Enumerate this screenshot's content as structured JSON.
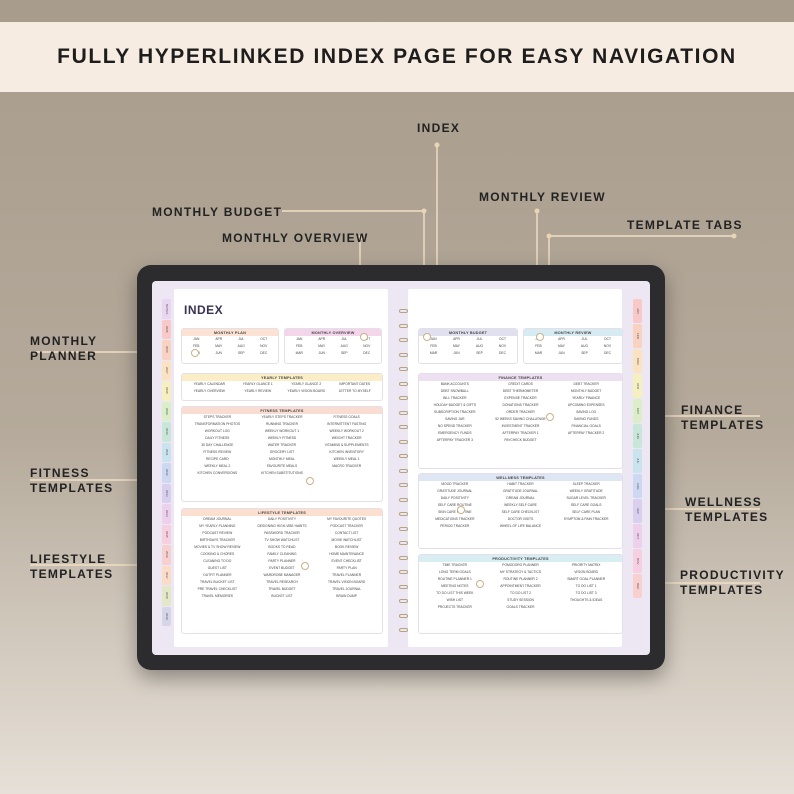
{
  "banner": {
    "title": "FULLY HYPERLINKED INDEX PAGE FOR EASY NAVIGATION"
  },
  "callouts": {
    "index": "INDEX",
    "monthly_budget": "MONTHLY BUDGET",
    "monthly_review": "MONTHLY REVIEW",
    "template_tabs": "TEMPLATE TABS",
    "monthly_overview": "MONTHLY OVERVIEW",
    "monthly_planner": "MONTHLY\nPLANNER",
    "finance_templates": "FINANCE\nTEMPLATES",
    "fitness_templates": "FITNESS\nTEMPLATES",
    "wellness_templates": "WELLNESS\nTEMPLATES",
    "lifestyle_templates": "LIFESTYLE\nTEMPLATES",
    "productivity_templates": "PRODUCTIVITY\nTEMPLATES"
  },
  "planner": {
    "index_title": "INDEX",
    "top_tabs": [
      "INDEX",
      "FITNESS",
      "LIFESTYLE",
      "FINANCE",
      "WELLNESS",
      "PRODUCTIVITY"
    ],
    "left_side_tabs": [
      "NOTES",
      "2025",
      "2026",
      "2027",
      "2028",
      "2029",
      "2030",
      "2031",
      "2032",
      "2033",
      "2034",
      "2035",
      "2036",
      "2037",
      "2038",
      "2039"
    ],
    "right_side_tabs": [
      "JAN",
      "FEB",
      "MAR",
      "APR",
      "MAY",
      "JUN",
      "JUL",
      "AUG",
      "SEP",
      "OCT",
      "NOV",
      "DEC"
    ],
    "months": [
      "JAN",
      "APR",
      "JUL",
      "OCT",
      "FEB",
      "MAY",
      "AUG",
      "NOV",
      "MAR",
      "JUN",
      "SEP",
      "DEC"
    ],
    "monthly_plan": {
      "title": "MONTHLY PLAN"
    },
    "monthly_overview": {
      "title": "MONTHLY OVERVIEW"
    },
    "monthly_budget": {
      "title": "MONTHLY BUDGET"
    },
    "monthly_review": {
      "title": "MONTHLY REVIEW"
    },
    "yearly": {
      "title": "YEARLY TEMPLATES",
      "items": [
        "YEARLY CALENDAR",
        "YEARLY GLANCE 1",
        "YEARLY GLANCE 2",
        "IMPORTANT DATES",
        "YEARLY OVERVIEW",
        "YEARLY REVIEW",
        "YEARLY VISION BOARD",
        "LETTER TO MYSELF"
      ]
    },
    "fitness": {
      "title": "FITNESS TEMPLATES",
      "items": [
        "STEPS TRACKER",
        "YEARLY STEPS TRACKER",
        "FITNESS GOALS",
        "TRANSFORMATION PHOTOS",
        "RUNNING TRACKER",
        "INTERMITTENT FASTING",
        "WORKOUT LOG",
        "WEEKLY WORKOUT 1",
        "WEEKLY WORKOUT 2",
        "DAILY FITNESS",
        "WEEKLY FITNESS",
        "WEIGHT TRACKER",
        "30 DAY CHALLENGE",
        "WATER TRACKER",
        "VITAMINS & SUPPLEMENTS",
        "FITNESS REVIEW",
        "GROCERY LIST",
        "KITCHEN INVENTORY",
        "RECIPE CARD",
        "MONTHLY MEAL",
        "WEEKLY MEAL 1",
        "WEEKLY MEAL 2",
        "FAVOURITE MEALS",
        "MACRO TRACKER",
        "KITCHEN CONVERSIONS",
        "KITCHEN SUBSTITUTIONS",
        ""
      ]
    },
    "lifestyle": {
      "title": "LIFESTYLE TEMPLATES",
      "items": [
        "DREAM JOURNAL",
        "DAILY POSITIVITY",
        "MY FAVOURITE QUOTES",
        "MY YEARLY PLANNING",
        "DESIGNING HIGH-VIBE HABITS",
        "PODCAST TRACKER",
        "PODCAST REVIEW",
        "PASSWORD TRACKER",
        "CONTACT LIST",
        "BIRTHDAYS TRACKER",
        "TV SHOW WATCHLIST",
        "MOVIE WATCHLIST",
        "MOVIES & TV SHOW REVIEW",
        "BOOKS TO READ",
        "BOOK REVIEW",
        "COOKING & CHORES",
        "FAMILY CLEANING",
        "HOME MAINTENANCE",
        "CLEANING TO DO",
        "PARTY PLANNER",
        "EVENT CHECKLIST",
        "GUEST LIST",
        "EVENT BUDGET",
        "PARTY PLAN",
        "OUTFIT PLANNER",
        "WARDROBE MANAGER",
        "TRAVEL PLANNER",
        "TRAVEL BUCKET LIST",
        "TRAVEL RESEARCH",
        "TRAVEL VISION BOARD",
        "PRE TRAVEL CHECKLIST",
        "TRAVEL BUDGET",
        "TRAVEL JOURNAL",
        "TRAVEL MEMORIES",
        "BUCKET LIST",
        "BRAIN DUMP"
      ]
    },
    "finance": {
      "title": "FINANCE TEMPLATES",
      "items": [
        "BANK ACCOUNTS",
        "CREDIT CARDS",
        "DEBT TRACKER",
        "DEBT SNOWBALL",
        "DEBT THERMOMETER",
        "MONTHLY BUDGET",
        "BILL TRACKER",
        "EXPENSE TRACKER",
        "YEARLY FINANCE",
        "HOLIDAY BUDGET & GIFTS",
        "DONATIONS TRACKER",
        "UPCOMING EXPENSES",
        "SUBSCRIPTION TRACKER",
        "ORDER TRACKER",
        "SAVING LOG",
        "SAVING JAR",
        "52 WEEKS SAVING CHALLENGE",
        "SAVING FUNDS",
        "NO SPEND TRACKER",
        "INVESTMENT TRACKER",
        "FINANCIAL GOALS",
        "EMERGENCY FUNDS",
        "AFTERPAY TRACKER 1",
        "AFTERPAY TRACKER 2",
        "AFTERPAY TRACKER 3",
        "PAYCHECK BUDGET",
        ""
      ]
    },
    "wellness": {
      "title": "WELLNESS TEMPLATES",
      "items": [
        "MOOD TRACKER",
        "HABIT TRACKER",
        "SLEEP TRACKER",
        "GRATITUDE JOURNAL",
        "GRATITUDE JOURNAL",
        "WEEKLY GRATITUDE",
        "DAILY POSITIVITY",
        "DREAM JOURNAL",
        "SUGAR LEVEL TRACKER",
        "SELF CARE ROUTINE",
        "WEEKLY SELF CARE",
        "SELF CARE GOALS",
        "SKIN CARE ROUTINE",
        "SELF CARE CHECKLIST",
        "SELF CARE PLAN",
        "MEDICATIONS TRACKER",
        "DOCTOR VISITS",
        "SYMPTOM & PAIN TRACKER",
        "PERIOD TRACKER",
        "WHEEL OF LIFE BALANCE",
        ""
      ]
    },
    "productivity": {
      "title": "PRODUCTIVITY TEMPLATES",
      "items": [
        "TIME TRACKER",
        "POMODORO PLANNER",
        "PRIORITY MATRIX",
        "LONG TERM GOALS",
        "MY STRATEGY & TACTICS",
        "VISION BOARD",
        "ROUTINE PLANNER 1",
        "ROUTINE PLANNER 2",
        "SMART GOAL PLANNER",
        "MEETING NOTES",
        "APPOINTMENT TRACKER",
        "TO DO LIST 1",
        "TO DO LIST THIS WEEK",
        "TO DO LIST 2",
        "TO DO LIST 3",
        "WISH LIST",
        "STUDY SESSION",
        "THOUGHTS & IDEAS",
        "PROJECTS TRACKER",
        "GOALS TRACKER",
        ""
      ]
    }
  },
  "colors": {
    "accent_line": "#f2dfc6",
    "dot": "#c9b18a",
    "plan": "#fbe2d2",
    "overview": "#f3d6ea",
    "budget": "#dfe1ee",
    "review": "#d7ebf2",
    "yearly": "#fbeec6",
    "fitness": "#f9dcd2",
    "lifestyle": "#fbe0cf",
    "finance": "#ece0f1",
    "wellness": "#dde6f2",
    "productivity": "#d9eef3"
  }
}
